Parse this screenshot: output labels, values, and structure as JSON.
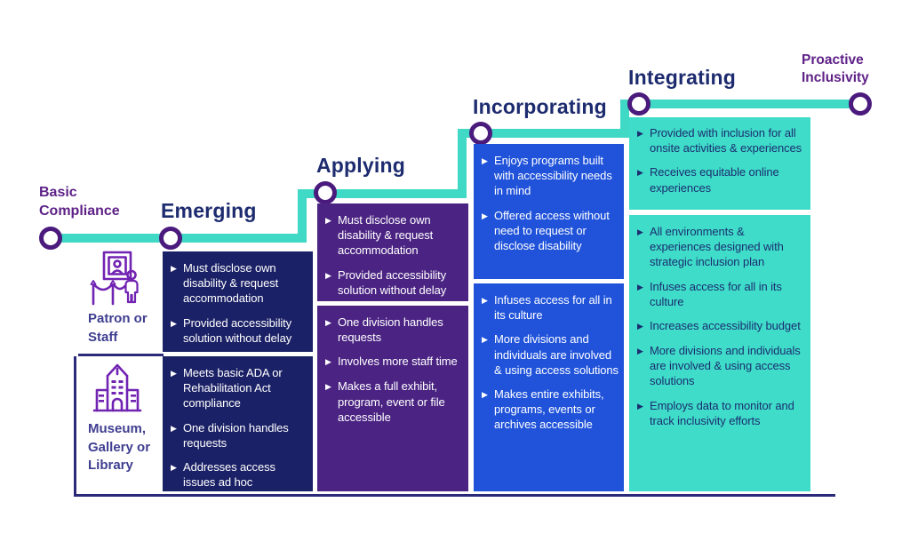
{
  "bullet_glyph": "▶",
  "palette": {
    "teal": "#3fd9c5",
    "teal-box": "#3edcc9",
    "navy-box": "#1b2166",
    "purple-box": "#4b2483",
    "blue-box": "#2053da",
    "node-ring": "#4a1b7d",
    "header-navy": "#1d2b6f",
    "title-purple": "#5e2187",
    "label-indigo": "#3f3e90",
    "icon-purple": "#7123b2",
    "line-navy": "#2b2a78"
  },
  "journey": {
    "start_title": "Basic Compliance",
    "end_title": "Proactive Inclusivity"
  },
  "audience_rows": [
    {
      "label": "Patron or Staff",
      "icon": "patron-icon"
    },
    {
      "label": "Museum, Gallery or Library",
      "icon": "museum-icon"
    }
  ],
  "stages": [
    {
      "name": "Emerging",
      "box_color": "#1b2166",
      "text_color": "#ffffff",
      "patron_items": [
        "Must disclose own disability & request accommodation",
        "Provided accessibility solution without delay"
      ],
      "org_items": [
        "Meets basic ADA or Rehabilitation Act compliance",
        "One division handles requests",
        "Addresses access issues ad hoc"
      ]
    },
    {
      "name": "Applying",
      "box_color": "#4b2483",
      "text_color": "#ffffff",
      "patron_items": [
        "Must disclose own disability & request accommodation",
        "Provided accessibility solution without delay"
      ],
      "org_items": [
        "One division handles requests",
        "Involves more staff time",
        "Makes a full exhibit, program, event or file accessible"
      ]
    },
    {
      "name": "Incorporating",
      "box_color": "#2053da",
      "text_color": "#ffffff",
      "patron_items": [
        "Enjoys programs built with accessibility needs in mind",
        "Offered access without need to request or disclose disability"
      ],
      "org_items": [
        "Infuses access for all in its culture",
        "More divisions and individuals are involved & using access solutions",
        "Makes entire exhibits, programs, events or archives accessible"
      ]
    },
    {
      "name": "Integrating",
      "box_color": "#3edcc9",
      "text_color": "#1c2e70",
      "patron_items": [
        "Provided with inclusion for all onsite activities & experiences",
        "Receives equitable online experiences"
      ],
      "org_items": [
        "All environments & experiences designed with strategic inclusion plan",
        "Infuses access for all in its culture",
        "Increases accessibility budget",
        "More divisions and individuals are involved & using access solutions",
        "Employs data to monitor and track inclusivity efforts"
      ]
    }
  ]
}
